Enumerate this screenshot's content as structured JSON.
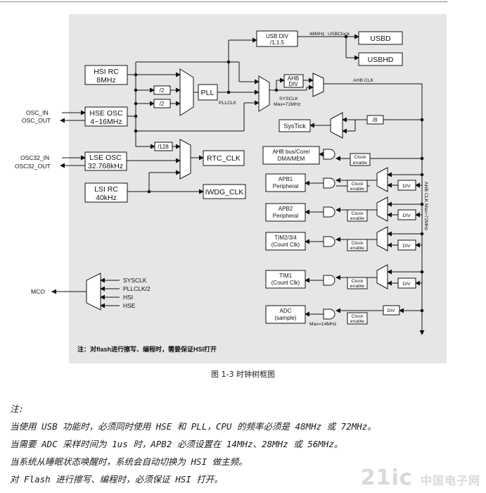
{
  "diagram": {
    "sources": {
      "hsi_rc": [
        "HSI RC",
        "8MHz"
      ],
      "hse_osc": [
        "HSE OSC",
        "4~16MHz"
      ],
      "lse_osc": [
        "LSE OSC",
        "32.768kHz"
      ],
      "lsi_rc": [
        "LSI RC",
        "40kHz"
      ]
    },
    "pins": {
      "osc_in": "OSC_IN",
      "osc_out": "OSC_OUT",
      "osc32_in": "OSC32_IN",
      "osc32_out": "OSC32_OUT",
      "mco": "MCO"
    },
    "dividers": {
      "div2_hsi": "/2",
      "div2_hse": "/2",
      "div128": "/128",
      "div8": "/8",
      "div": "DIV"
    },
    "pll": "PLL",
    "pllclk": "PLLCLK",
    "usb_div": [
      "USB DIV",
      "/1,1.5"
    ],
    "usb_48mhz": "48MHz",
    "usbclock": "USBClock",
    "usbd": "USBD",
    "usbhd": "USBHD",
    "ahb_div": [
      "AHB",
      "DIV"
    ],
    "ahb_clk": "AHB CLK",
    "sysclk": "SYSCLK",
    "sysclk_max": "Max=72MHz",
    "systick": "SysTick",
    "rtc_clk": "RTC_CLK",
    "iwdg_clk": "IWDG_CLK",
    "clock_enable": [
      "Clock",
      "enable"
    ],
    "peripherals": {
      "ahb_bus": [
        "AHB bus/Core/",
        "DMA/MEM"
      ],
      "apb1": [
        "APB1",
        "Peripheral"
      ],
      "apb2": [
        "APB2",
        "Peripheral"
      ],
      "tim234": [
        "TIM2/3/4",
        "(Count Clk)"
      ],
      "tim1": [
        "TIM1",
        "(Count Clk)"
      ],
      "adc": [
        "ADC",
        "(sample)"
      ]
    },
    "adc_max": "Max=14MHz",
    "ahb_bus_vertical": "AHB CLK  Max=72MHz",
    "mco_inputs": [
      "SYSCLK",
      "PLLCLK/2",
      "HSI",
      "HSE"
    ],
    "flash_note": "注：对flash进行擦写、编程时，需要保证HSI打开"
  },
  "caption": "图 1-3  时钟树框图",
  "notes": [
    "注:",
    "当使用 USB 功能时，必须同时使用 HSE 和 PLL，CPU 的频率必须是 48MHz 或 72MHz。",
    "当需要 ADC 采样时间为 1us 时，APB2 必须设置在 14MHz、28MHz 或 56MHz。",
    "当系统从睡眠状态唤醒时，系统会自动切换为 HSI 做主频。",
    "对 Flash 进行擦写、编程时，必须保证 HSI 打开。"
  ],
  "watermark": [
    "21ic",
    "中国电子网"
  ]
}
